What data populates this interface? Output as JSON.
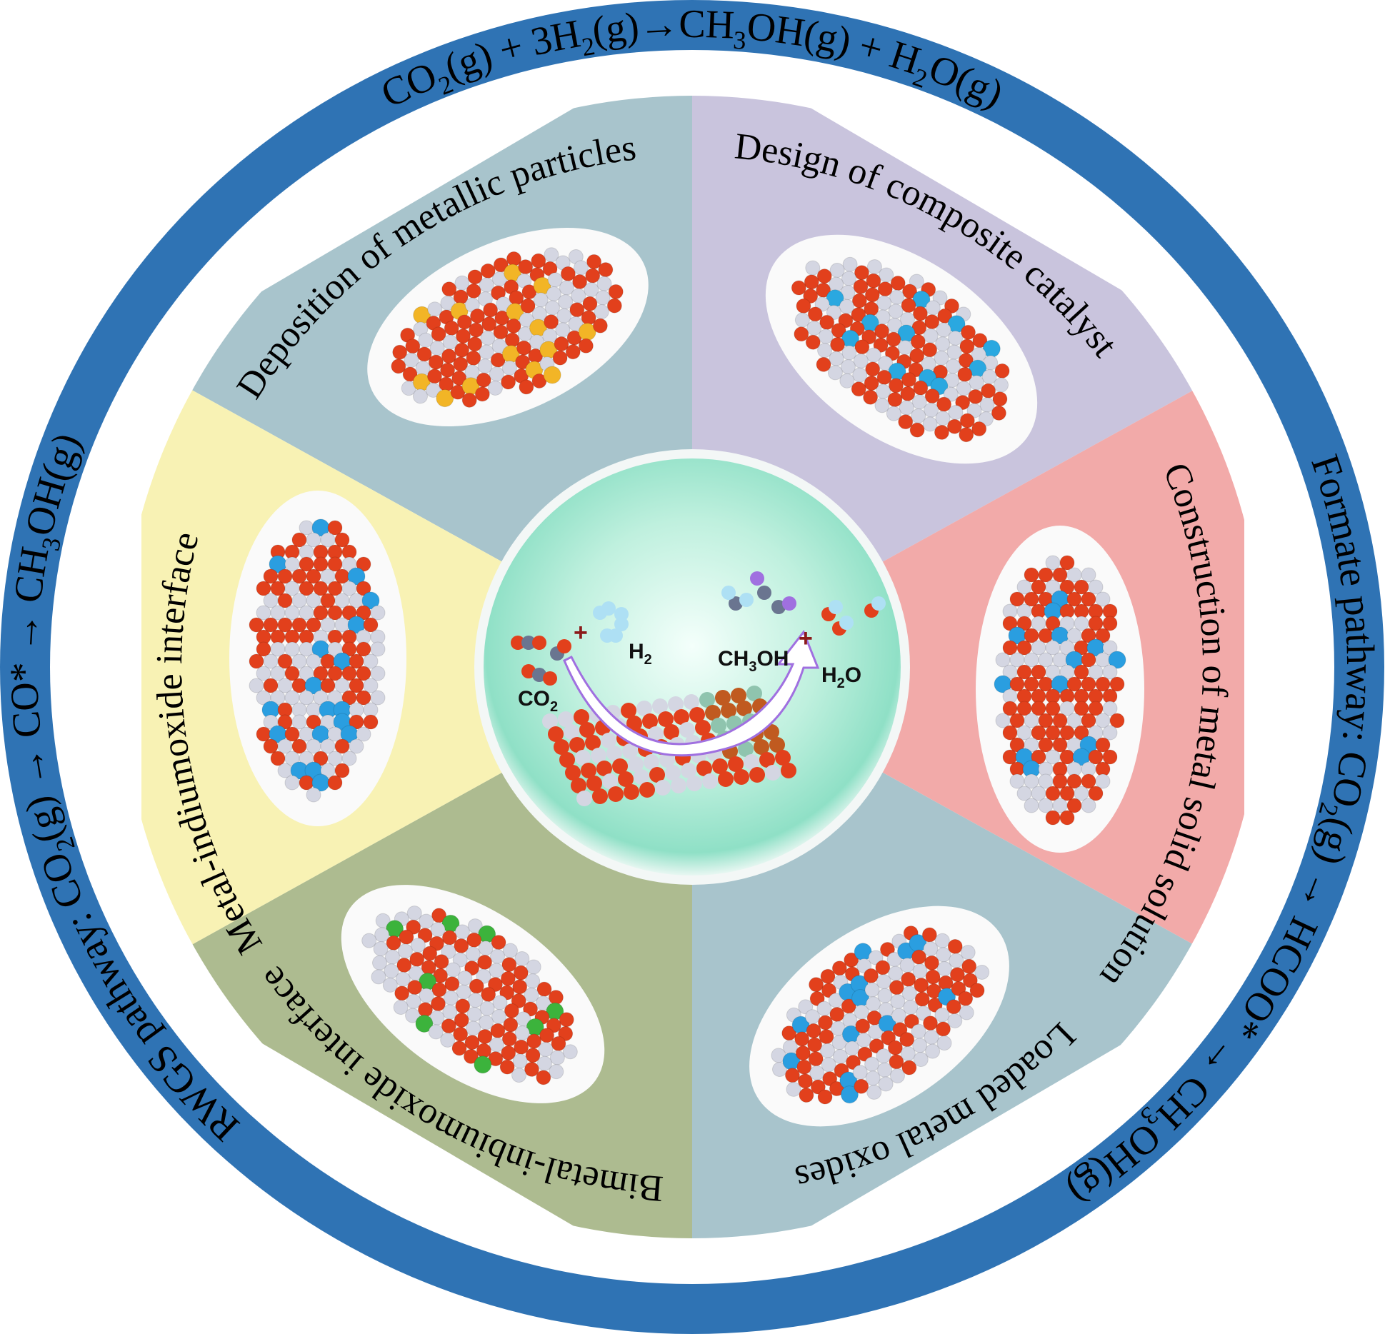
{
  "ring": {
    "color": "#2f73b4",
    "top_equation": {
      "a": "CO",
      "a_sub": "2",
      "b": "(g) + 3H",
      "b_sub": "2",
      "c": "(g)→CH",
      "c_sub": "3",
      "d": "OH(g) + H",
      "d_sub": "2",
      "e": "O(g)"
    },
    "left_pathway": {
      "a": "RWGS pathway: CO",
      "a_sub": "2",
      "b": "(g) → CO* → CH",
      "b_sub": "3",
      "c": "OH(g)"
    },
    "right_pathway": {
      "a": "Formate pathway: CO",
      "a_sub": "2",
      "b": "(g) → HCOO* → CH",
      "b_sub": "3",
      "c": "OH(g)"
    }
  },
  "sectors": [
    {
      "label": "Deposition of metallic particles",
      "color": "#a8c4cc",
      "accent": "#f2b526"
    },
    {
      "label": "Design of composite catalyst",
      "color": "#c9c4dd",
      "accent": "#2aa8e0"
    },
    {
      "label": "Construction of metal solid solution",
      "color": "#f2aaa9",
      "accent": "#2a9ee0"
    },
    {
      "label": "Loaded metal oxides",
      "color": "#a8c4cc",
      "accent": "#2a9ee0"
    },
    {
      "label": "Bimetal-inbiumoxide interface",
      "color": "#adbb90",
      "accent": "#3cb33c"
    },
    {
      "label": "Metal-indiumoxide interface",
      "color": "#f8f2b4",
      "accent": "#2a9ee0"
    }
  ],
  "center": {
    "co2": "CO",
    "co2_sub": "2",
    "h2": "H",
    "h2_sub": "2",
    "ch3oh_a": "CH",
    "ch3oh_sub": "3",
    "ch3oh_b": "OH",
    "h2o_a": "H",
    "h2o_sub": "2",
    "h2o_b": "O",
    "plus": "+"
  }
}
